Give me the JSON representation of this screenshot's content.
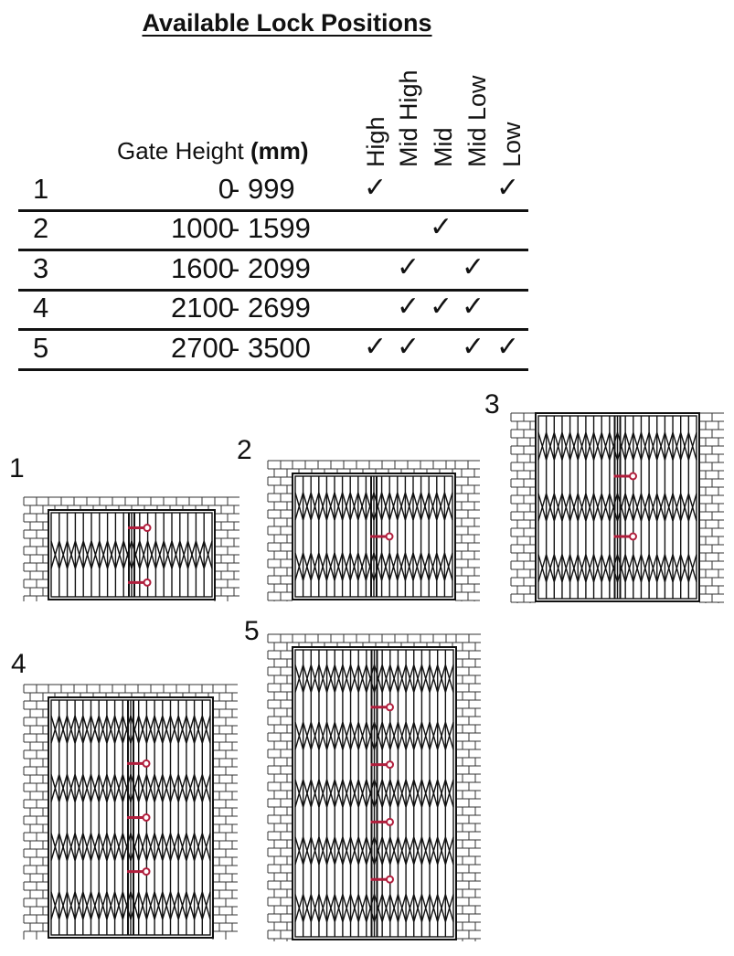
{
  "title": "Available Lock Positions",
  "table": {
    "gate_height_label": "Gate Height",
    "unit_label": "(mm)",
    "range_separator": "-",
    "check_symbol": "✓",
    "positions": [
      "High",
      "Mid High",
      "Mid",
      "Mid Low",
      "Low"
    ],
    "rows": [
      {
        "id": "1",
        "from": "0",
        "to": "999",
        "locks": [
          true,
          false,
          false,
          false,
          true
        ]
      },
      {
        "id": "2",
        "from": "1000",
        "to": "1599",
        "locks": [
          false,
          false,
          true,
          false,
          false
        ]
      },
      {
        "id": "3",
        "from": "1600",
        "to": "2099",
        "locks": [
          false,
          true,
          false,
          true,
          false
        ]
      },
      {
        "id": "4",
        "from": "2100",
        "to": "2699",
        "locks": [
          false,
          true,
          true,
          true,
          false
        ]
      },
      {
        "id": "5",
        "from": "2700",
        "to": "3500",
        "locks": [
          true,
          true,
          false,
          true,
          true
        ]
      }
    ]
  },
  "diagrams": [
    {
      "label": "1",
      "lock_count": 2
    },
    {
      "label": "2",
      "lock_count": 1
    },
    {
      "label": "3",
      "lock_count": 2
    },
    {
      "label": "4",
      "lock_count": 3
    },
    {
      "label": "5",
      "lock_count": 4
    }
  ],
  "colors": {
    "ink": "#111111",
    "brick": "#333333",
    "lock": "#b01e3c"
  }
}
